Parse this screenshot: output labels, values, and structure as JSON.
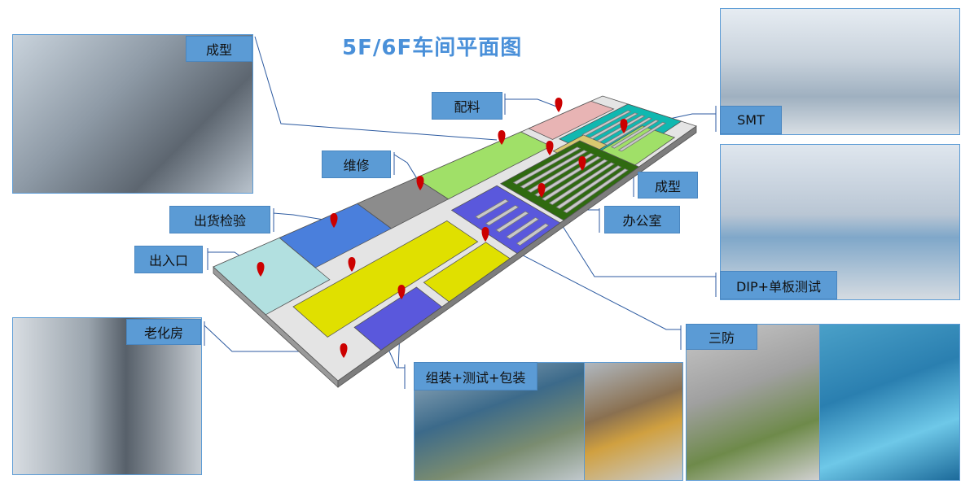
{
  "title": "5F/6F车间平面图",
  "labels": {
    "molding_photo": "成型",
    "batching": "配料",
    "smt": "SMT",
    "repair": "维修",
    "molding": "成型",
    "office": "办公室",
    "shipping_inspection": "出货检验",
    "entrance": "出入口",
    "dip_test": "DIP+单板测试",
    "aging_room": "老化房",
    "conformal_coating": "三防",
    "assembly_test_packing": "组装+测试+包装"
  },
  "colors": {
    "label_bg": "#5b9bd5",
    "title": "#4a90d9",
    "pin": "#cc0000",
    "entrance_zone": "#b2e0e0",
    "shipping_zone": "#4a7fdc",
    "repair_zone": "#8c8c8c",
    "molding_zone": "#a0e068",
    "batching_zone": "#e8b4b4",
    "smt_zone": "#10b8b0",
    "office_zone": "#d8c870",
    "dip_zone": "#2f6a10",
    "coating_zone": "#5a58dc",
    "assembly_zone": "#e0e000",
    "aging_zone": "#5a58dc"
  }
}
